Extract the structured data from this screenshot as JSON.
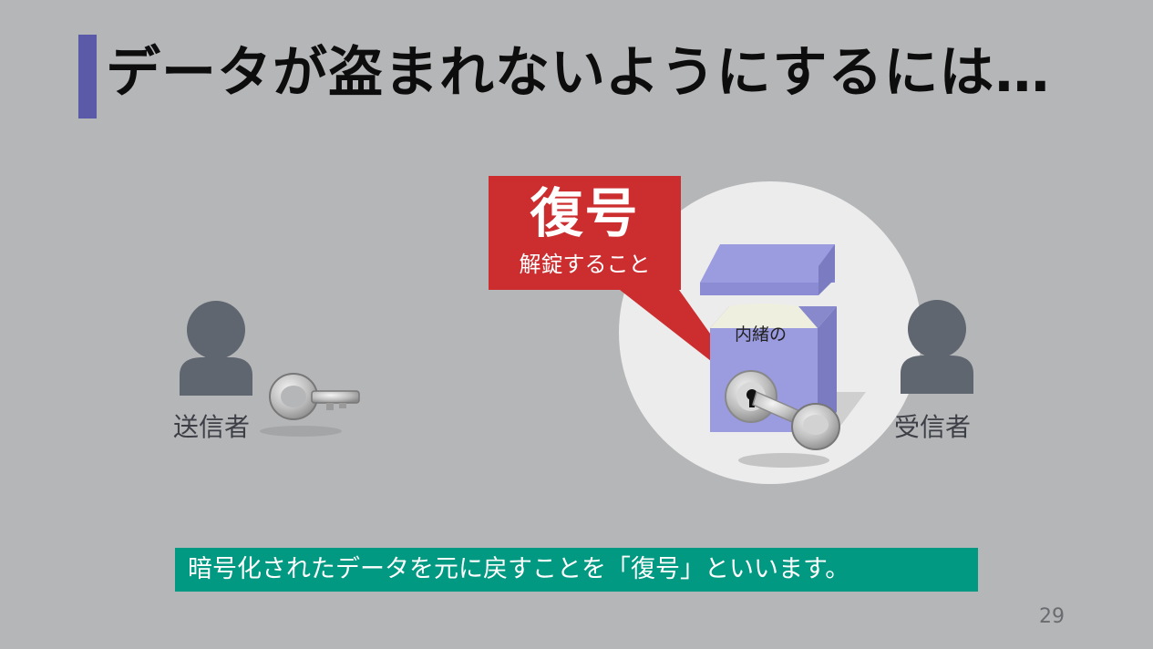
{
  "slide": {
    "title": "データが盗まれないようにするには…",
    "sender_label": "送信者",
    "receiver_label": "受信者",
    "callout": {
      "title": "復号",
      "subtitle": "解錠すること"
    },
    "box_label": "内緒の",
    "caption": "暗号化されたデータを元に戻すことを「復号」といいます。",
    "page_number": "29"
  },
  "colors": {
    "background": "#b5b6b8",
    "title_accent": "#5a5aa8",
    "callout": "#cc2d2f",
    "caption": "#019981",
    "box": "#9b9be0",
    "person": "#5f6670"
  }
}
